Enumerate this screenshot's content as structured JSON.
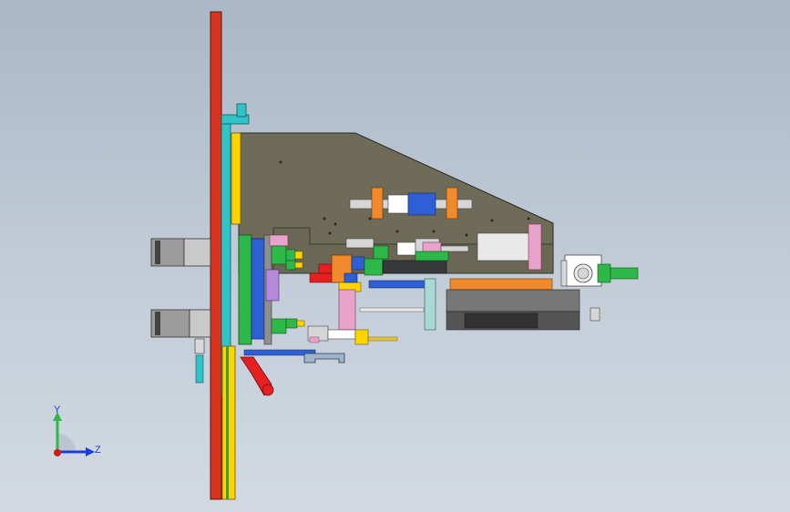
{
  "viewport": {
    "background_top": "#a9b7c7",
    "background_bottom": "#d2d9e1"
  },
  "triad": {
    "y_label": "Y",
    "z_label": "Z",
    "y_color": "#2fb84a",
    "z_color": "#1b3fd6",
    "x_color": "#d11a1a"
  },
  "model": {
    "icon": "cad-assembly-side-view",
    "palette": {
      "frame_plate": "#d9341f",
      "housing": "#6e6c58",
      "cyan": "#2fc4c7",
      "yellow": "#ffd400",
      "green": "#2fb84a",
      "blue": "#2f5fd4",
      "orange": "#f08a2c",
      "pink": "#e7a3c9",
      "purple": "#b28ad9",
      "grey": "#8f8f8f"
    }
  }
}
